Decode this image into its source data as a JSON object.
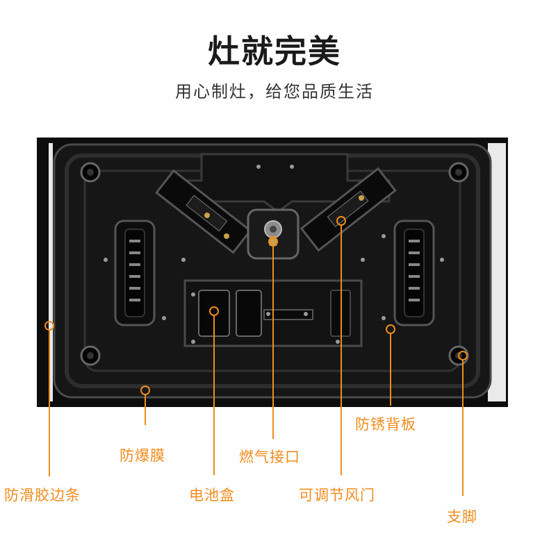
{
  "title": "灶就完美",
  "subtitle": "用心制灶，给您品质生活",
  "accent_color": "#f08c1e",
  "parts": {
    "edge_strip": "防滑胶边条",
    "explosion_film": "防爆膜",
    "battery_box": "电池盒",
    "gas_inlet": "燃气接口",
    "air_damper": "可调节风门",
    "rust_plate": "防锈背板",
    "foot": "支脚"
  }
}
